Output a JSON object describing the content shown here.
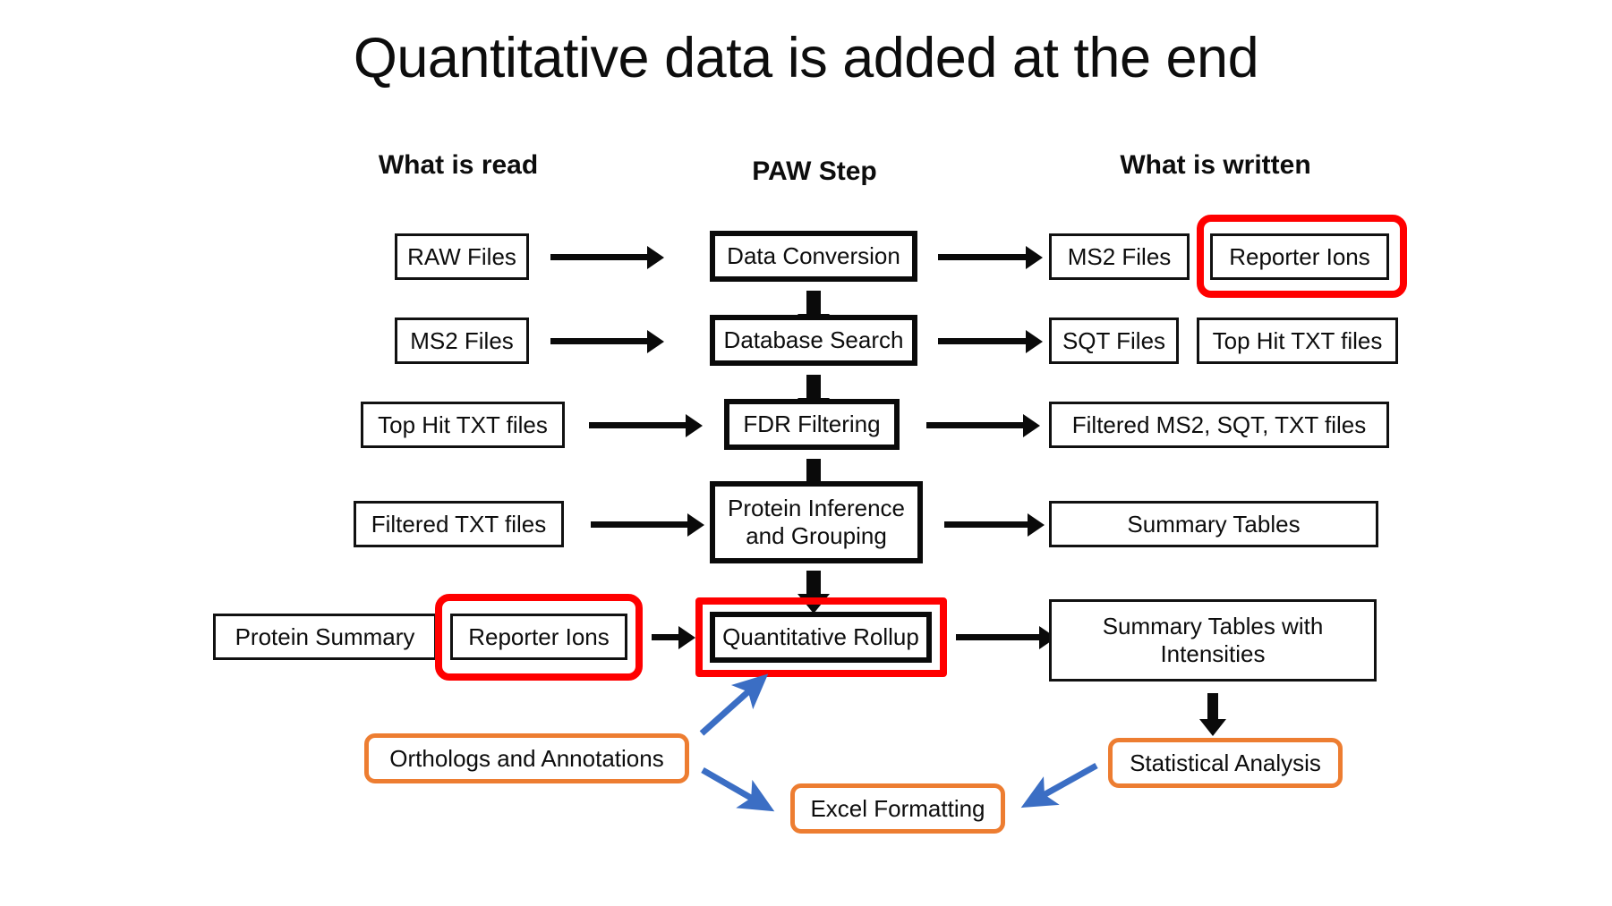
{
  "slide": {
    "title": "Quantitative data is added at the end",
    "background": "#ffffff"
  },
  "colors": {
    "text": "#0d0d0d",
    "box_outline": "#111111",
    "process_outline": "#0a0a0a",
    "highlight_red": "#ff0000",
    "accent_orange": "#ed7d31",
    "arrow_blue": "#3b6ec4",
    "arrow_black": "#0a0a0a"
  },
  "headers": {
    "left": "What is read",
    "center": "PAW Step",
    "right": "What is written"
  },
  "pipeline": {
    "rows": [
      {
        "id": "row-data-conversion",
        "read": [
          "RAW Files"
        ],
        "step": "Data Conversion",
        "written": [
          "MS2 Files",
          "Reporter Ions"
        ],
        "written_highlighted": [
          "Reporter Ions"
        ]
      },
      {
        "id": "row-database-search",
        "read": [
          "MS2 Files"
        ],
        "step": "Database Search",
        "written": [
          "SQT Files",
          "Top Hit TXT files"
        ],
        "written_highlighted": []
      },
      {
        "id": "row-fdr-filtering",
        "read": [
          "Top Hit TXT files"
        ],
        "step": "FDR Filtering",
        "written": [
          "Filtered MS2, SQT, TXT files"
        ],
        "written_highlighted": []
      },
      {
        "id": "row-protein-inference",
        "read": [
          "Filtered TXT files"
        ],
        "step": "Protein Inference and Grouping",
        "step_line1": "Protein Inference",
        "step_line2": "and Grouping",
        "written": [
          "Summary Tables"
        ],
        "written_highlighted": []
      },
      {
        "id": "row-quantitative-rollup",
        "read": [
          "Protein Summary",
          "Reporter Ions"
        ],
        "read_highlighted": [
          "Reporter Ions"
        ],
        "step": "Quantitative Rollup",
        "step_highlighted": true,
        "written": [
          "Summary Tables with Intensities"
        ],
        "written_line1": "Summary Tables with",
        "written_line2": "Intensities",
        "written_highlighted": []
      }
    ]
  },
  "downstream": {
    "nodes": [
      {
        "id": "orthologs",
        "label": "Orthologs and Annotations"
      },
      {
        "id": "excel",
        "label": "Excel Formatting"
      },
      {
        "id": "stats",
        "label": "Statistical Analysis"
      }
    ],
    "connections": [
      {
        "from": "orthologs",
        "to": "Quantitative Rollup",
        "color": "blue"
      },
      {
        "from": "orthologs",
        "to": "Excel Formatting",
        "color": "blue"
      },
      {
        "from": "stats",
        "to": "Excel Formatting",
        "color": "blue"
      },
      {
        "from": "Summary Tables with Intensities",
        "to": "Statistical Analysis",
        "color": "black"
      }
    ]
  }
}
